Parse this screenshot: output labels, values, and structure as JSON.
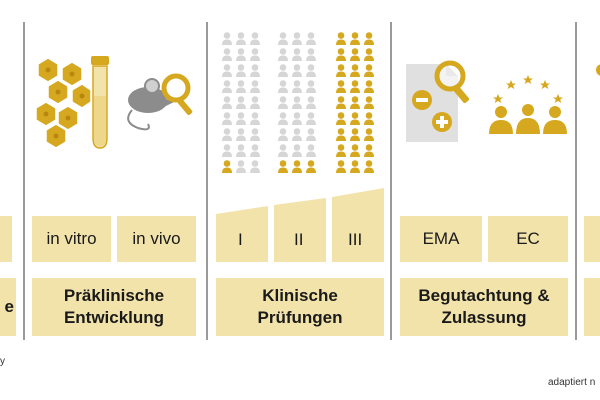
{
  "stages": [
    {
      "id": "partial-left",
      "sub_label": "",
      "title_lines": [
        "",
        "e"
      ]
    },
    {
      "id": "preclinical",
      "sub_labels": [
        "in vitro",
        "in vivo"
      ],
      "title_lines": [
        "Präklinische",
        "Entwicklung"
      ],
      "icons": [
        "cell-culture-icon",
        "test-tube-icon",
        "mouse-with-magnifier-icon"
      ]
    },
    {
      "id": "clinical",
      "phases": [
        "I",
        "II",
        "III"
      ],
      "title_lines": [
        "Klinische",
        "Prüfungen"
      ],
      "icons": [
        "participant-grid-icon"
      ],
      "participants": {
        "columns": 3,
        "rows": 9,
        "phase_I_highlighted_rows": 1,
        "phase_II_highlighted_rows": 1,
        "phase_III_highlighted_rows": 9
      }
    },
    {
      "id": "approval",
      "sub_labels": [
        "EMA",
        "EC"
      ],
      "title_lines": [
        "Begutachtung &",
        "Zulassung"
      ],
      "icons": [
        "document-review-icon",
        "eu-commission-icon"
      ]
    }
  ],
  "footer": {
    "left": "y",
    "right": "adaptiert n"
  },
  "colors": {
    "gold": "#d6a820",
    "light_gold": "#f2e3ab",
    "grey_person": "#d6d6d6",
    "divider": "#9a9a9a",
    "mouse": "#8c8c8c",
    "document": "#e0e0e0"
  }
}
